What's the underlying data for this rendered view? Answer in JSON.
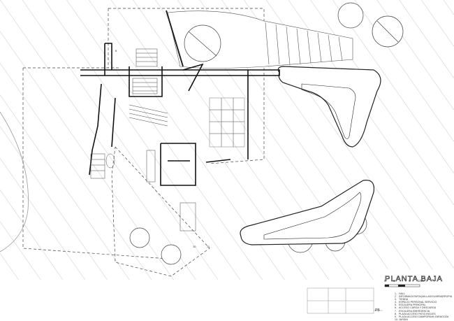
{
  "title": "PLANTA BAJA",
  "scale": {
    "ticks": [
      "0",
      "1",
      "5",
      "10m"
    ]
  },
  "plan_labels": [
    "10",
    "11",
    "8"
  ],
  "section_label": "PB",
  "legend": [
    {
      "num": "1.",
      "text": "HALL"
    },
    {
      "num": "2.",
      "text": "INFORMACION/TAQUILLAS/GUARDARROPIA"
    },
    {
      "num": "3.",
      "text": "TIENDA"
    },
    {
      "num": "4.",
      "text": "ESPACIO PERSONAL SERVICIO"
    },
    {
      "num": "5.",
      "text": "ESCALERA PRINCIPAL"
    },
    {
      "num": "6.",
      "text": "ACCESO CARGA Y DESCARGA"
    },
    {
      "num": "7.",
      "text": "ESCALERA EMERGENCIA"
    },
    {
      "num": "8.",
      "text": "PLAZA ACCESO PATIO INGLES"
    },
    {
      "num": "9.",
      "text": "PLAZA ACCESO DAMPORIUM ZARAGOZA"
    },
    {
      "num": "10.",
      "text": "JARDIN"
    }
  ]
}
